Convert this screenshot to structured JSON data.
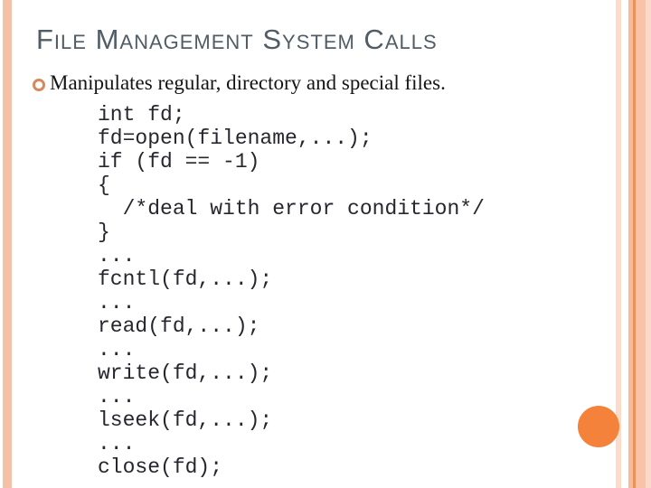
{
  "slide": {
    "title": "File Management System Calls",
    "bullet": {
      "text": "Manipulates regular, directory and special files."
    },
    "code_lines": [
      "int fd;",
      "fd=open(filename,...);",
      "if (fd == -1)",
      "{",
      "  /*deal with error condition*/",
      "}",
      "...",
      "fcntl(fd,...);",
      "...",
      "read(fd,...);",
      "...",
      "write(fd,...);",
      "...",
      "lseek(fd,...);",
      "...",
      "close(fd);"
    ],
    "colors": {
      "title_text": "#505c66",
      "body_text": "#141414",
      "code_text": "#26262e",
      "left_stripe": "#f5c1a6",
      "right_stripe_pale": "#fadcc9",
      "right_stripe_salmon": "#f5bb9b",
      "right_stripe_accent": "#eb9157",
      "right_stripe_wide": "#f8c3a9",
      "right_stripe_edge": "#fbd9c7",
      "bullet_ring": "#d9885a",
      "decorative_circle": "#f5823a"
    }
  }
}
